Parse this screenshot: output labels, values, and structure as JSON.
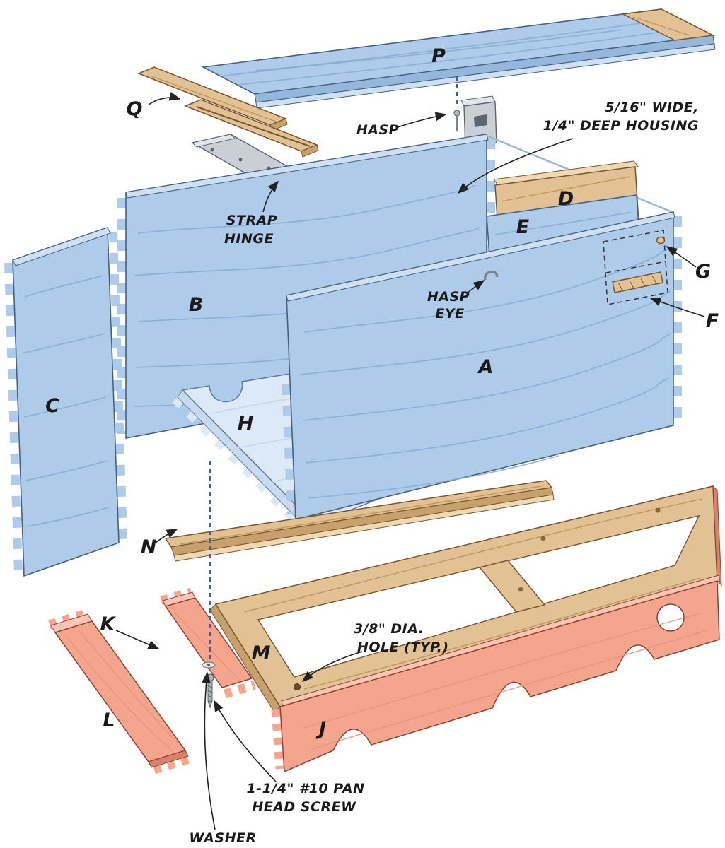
{
  "figure": {
    "type": "exploded-assembly-diagram",
    "subject": "blanket chest construction drawing"
  },
  "palette": {
    "panel_blue": "#aecbe9",
    "panel_blue_light": "#dce9f6",
    "wood_tan": "#e2c295",
    "base_pink": "#f5a48e",
    "hardware_metal": "#c9cfd4",
    "alignment_guide_blue": "#2f63b5",
    "line_black": "#222222"
  },
  "part_labels": {
    "A": "A",
    "B": "B",
    "C": "C",
    "D": "D",
    "E": "E",
    "F": "F",
    "G": "G",
    "H": "H",
    "J": "J",
    "K": "K",
    "L": "L",
    "M": "M",
    "N": "N",
    "P": "P",
    "Q": "Q"
  },
  "annotations": {
    "hasp": "HASP",
    "housing_line1": "5/16\" WIDE,",
    "housing_line2": "1/4\" DEEP HOUSING",
    "strap_hinge_line1": "STRAP",
    "strap_hinge_line2": "HINGE",
    "hasp_eye_line1": "HASP",
    "hasp_eye_line2": "EYE",
    "hole_line1": "3/8\" DIA.",
    "hole_line2": "HOLE (TYP.)",
    "screw_line1": "1-1/4\" #10 PAN",
    "screw_line2": "HEAD SCREW",
    "washer": "WASHER"
  }
}
